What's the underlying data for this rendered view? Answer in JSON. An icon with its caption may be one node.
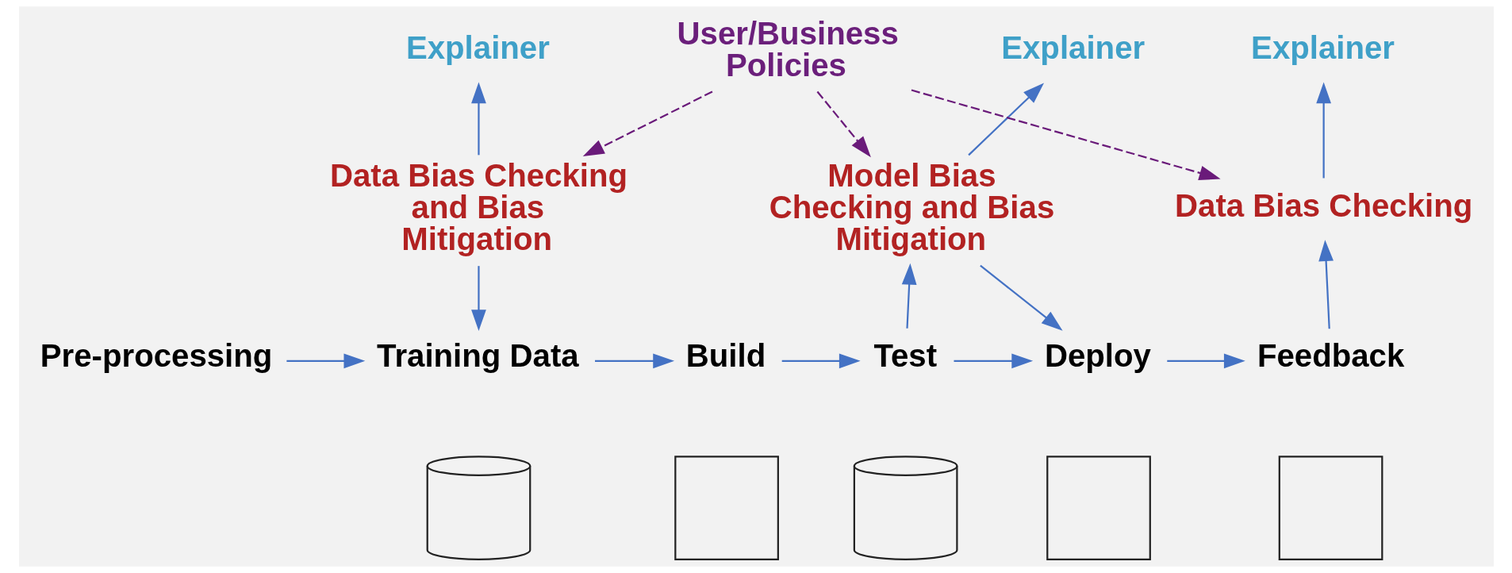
{
  "diagram": {
    "nodes": [
      {
        "text": [
          "Explainer"
        ]
      },
      {
        "text": [
          "Explainer"
        ]
      },
      {
        "text": [
          "Explainer"
        ]
      },
      {
        "text": [
          "User/Business Policies"
        ]
      },
      {
        "text": [
          "Data Bias Checking and Bias Mitigation"
        ]
      },
      {
        "text": [
          "Model Bias Checking and Bias Mitigation"
        ]
      },
      {
        "text": [
          "Data Bias Checking"
        ]
      },
      {
        "text": [
          "Pre-processing"
        ]
      },
      {
        "text": [
          "Training Data"
        ]
      },
      {
        "text": [
          "Build"
        ]
      },
      {
        "text": [
          "Test"
        ]
      },
      {
        "text": [
          "Deploy"
        ]
      },
      {
        "text": [
          "Feedback"
        ]
      },
      {
        "text": [],
        "shape": "cylinder"
      },
      {
        "text": [],
        "shape": "box"
      },
      {
        "text": [],
        "shape": "cylinder"
      },
      {
        "text": [],
        "shape": "box"
      },
      {
        "text": [],
        "shape": "box"
      }
    ],
    "edges": [
      {
        "from": 4,
        "to": 0,
        "arrow": "to"
      },
      {
        "from": 5,
        "to": 1,
        "arrow": "to"
      },
      {
        "from": 6,
        "to": 2,
        "arrow": "to"
      },
      {
        "from": 3,
        "to": 4,
        "arrow": "to",
        "style": "dashed",
        "color": "#6a1b7a"
      },
      {
        "from": 3,
        "to": 5,
        "arrow": "to",
        "style": "dashed",
        "color": "#6a1b7a"
      },
      {
        "from": 3,
        "to": 6,
        "arrow": "to",
        "style": "dashed",
        "color": "#6a1b7a"
      },
      {
        "from": 4,
        "to": 8,
        "arrow": "to"
      },
      {
        "from": 7,
        "to": 8,
        "arrow": "to"
      },
      {
        "from": 8,
        "to": 9,
        "arrow": "to"
      },
      {
        "from": 9,
        "to": 10,
        "arrow": "to"
      },
      {
        "from": 10,
        "to": 5,
        "arrow": "to"
      },
      {
        "from": 10,
        "to": 11,
        "arrow": "to"
      },
      {
        "from": 5,
        "to": 11,
        "arrow": "to"
      },
      {
        "from": 11,
        "to": 12,
        "arrow": "to"
      },
      {
        "from": 12,
        "to": 6,
        "arrow": "to"
      }
    ]
  }
}
